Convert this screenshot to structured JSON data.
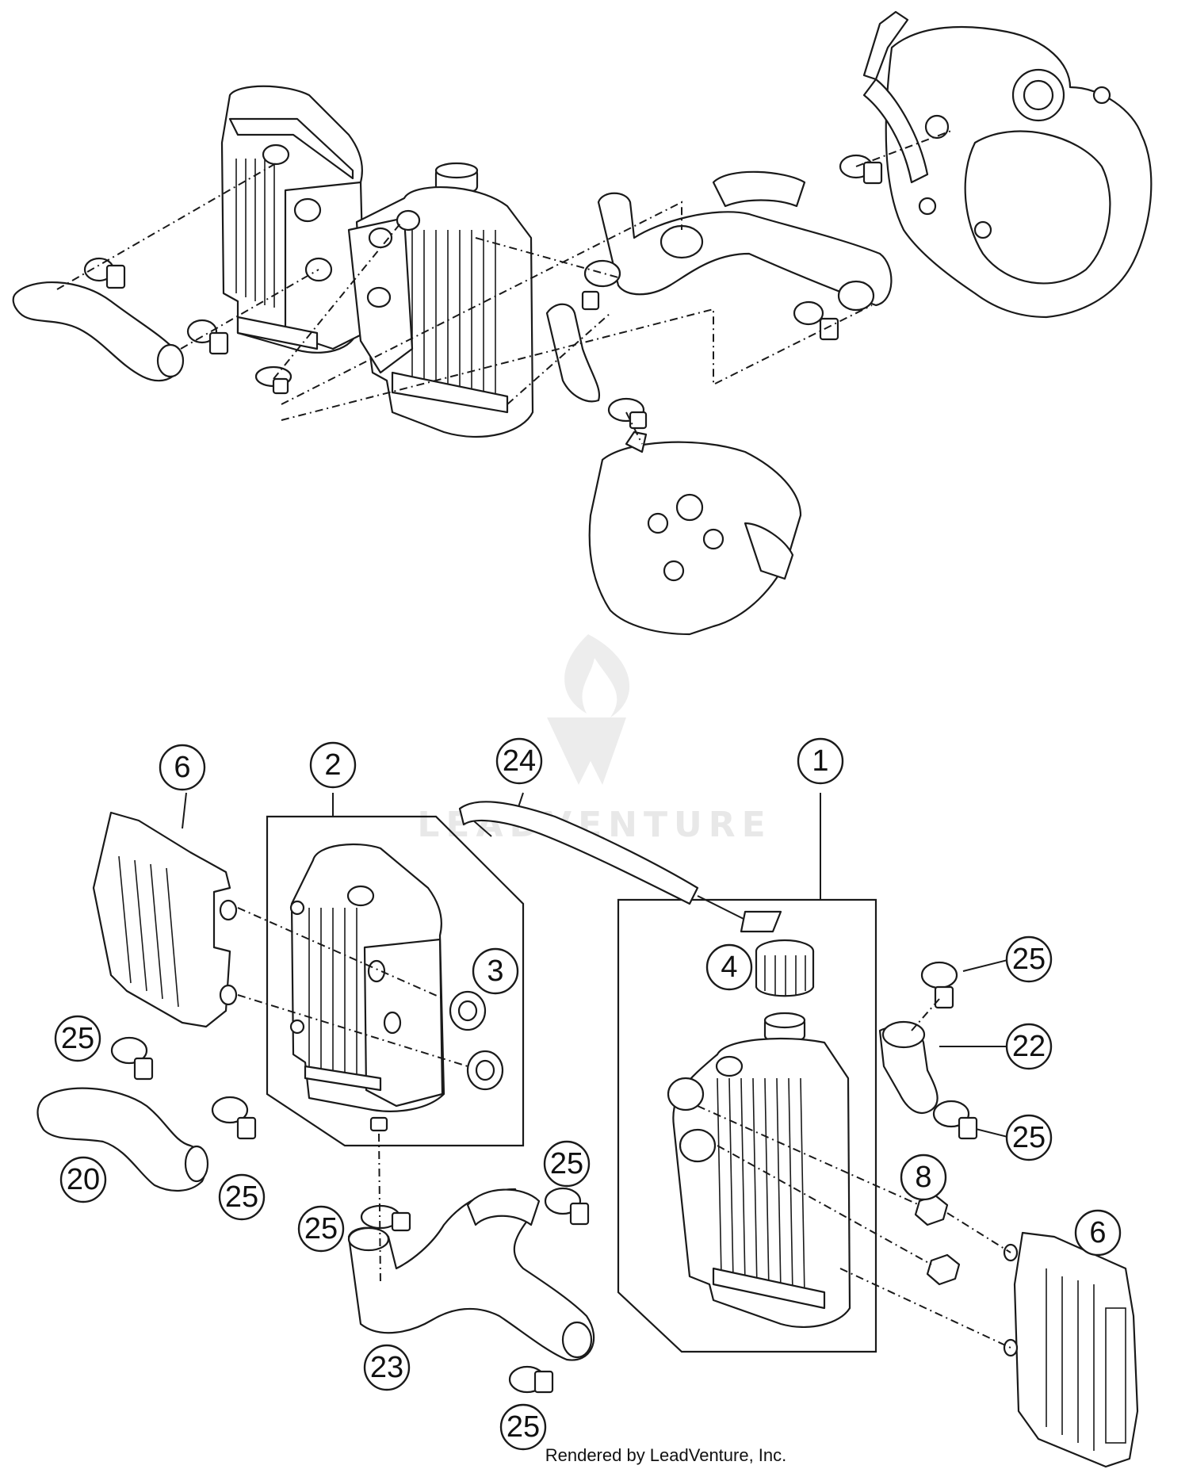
{
  "watermark": {
    "brand": "LEADVENTURE"
  },
  "credit": "Rendered by LeadVenture, Inc.",
  "callouts": {
    "c1": "1",
    "c2": "2",
    "c3": "3",
    "c4": "4",
    "c6a": "6",
    "c6b": "6",
    "c8": "8",
    "c20": "20",
    "c22": "22",
    "c23": "23",
    "c24": "24",
    "c25a": "25",
    "c25b": "25",
    "c25c": "25",
    "c25d": "25",
    "c25e": "25",
    "c25f": "25",
    "c25g": "25"
  }
}
